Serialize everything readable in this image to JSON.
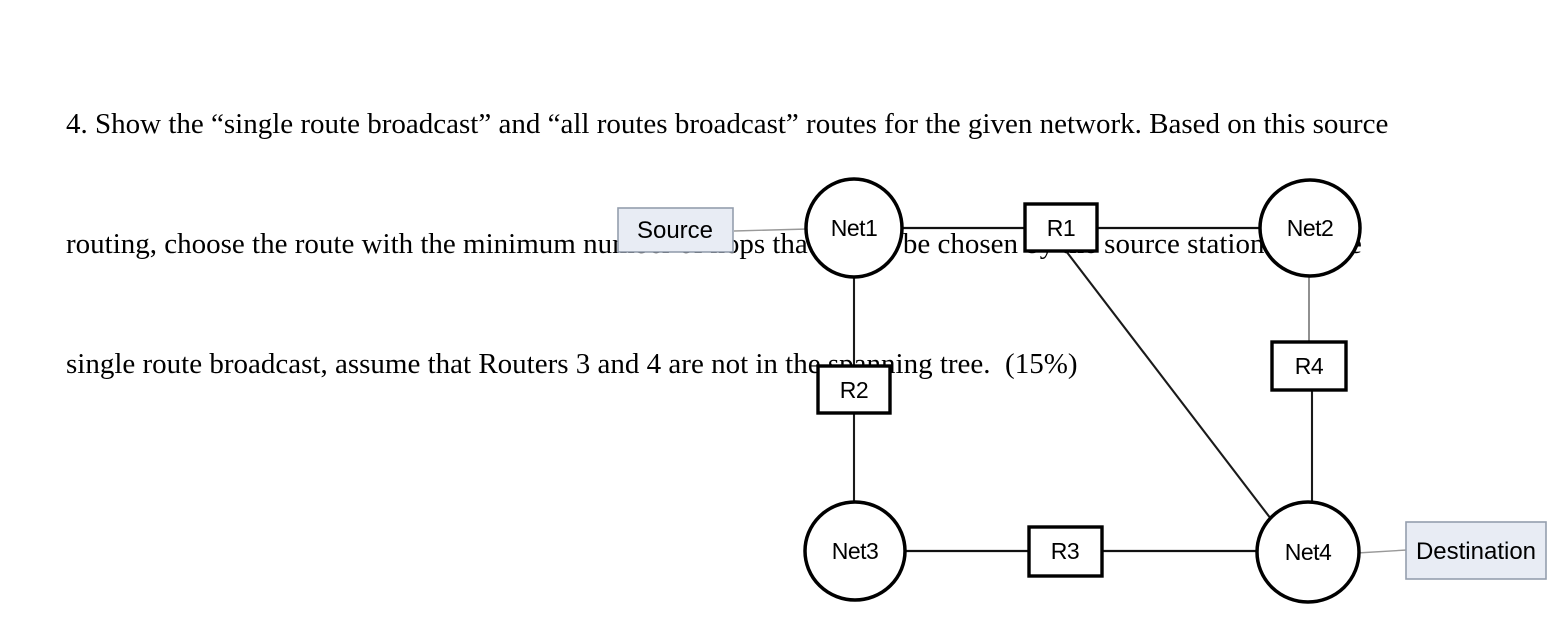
{
  "question": {
    "lines": [
      "4. Show the “single route broadcast” and “all routes broadcast” routes for the given network. Based on this source",
      "routing, choose the route with the minimum number of hops that would be chosen by the source station. For the",
      "single route broadcast, assume that Routers 3 and 4 are not in the spanning tree.  (15%)"
    ]
  },
  "diagram": {
    "nodes": {
      "source": {
        "label": "Source",
        "type": "end-station"
      },
      "net1": {
        "label": "Net1",
        "type": "network"
      },
      "r1": {
        "label": "R1",
        "type": "router"
      },
      "net2": {
        "label": "Net2",
        "type": "network"
      },
      "r2": {
        "label": "R2",
        "type": "router"
      },
      "r4": {
        "label": "R4",
        "type": "router"
      },
      "net3": {
        "label": "Net3",
        "type": "network"
      },
      "r3": {
        "label": "R3",
        "type": "router"
      },
      "net4": {
        "label": "Net4",
        "type": "network"
      },
      "destination": {
        "label": "Destination",
        "type": "end-station"
      }
    },
    "edges": [
      {
        "from": "Source",
        "to": "Net1"
      },
      {
        "from": "Net1",
        "to": "R1"
      },
      {
        "from": "R1",
        "to": "Net2"
      },
      {
        "from": "Net1",
        "to": "R2"
      },
      {
        "from": "R2",
        "to": "Net3"
      },
      {
        "from": "Net3",
        "to": "R3"
      },
      {
        "from": "R3",
        "to": "Net4"
      },
      {
        "from": "Net2",
        "to": "R4"
      },
      {
        "from": "R4",
        "to": "Net4"
      },
      {
        "from": "R1",
        "to": "Net4"
      },
      {
        "from": "Net4",
        "to": "Destination"
      }
    ],
    "colors": {
      "terminal_fill": "#e8ecf4",
      "terminal_border": "#949ead",
      "node_stroke": "#000000",
      "link": "#1a1a1a",
      "thin_link": "#999999"
    }
  }
}
